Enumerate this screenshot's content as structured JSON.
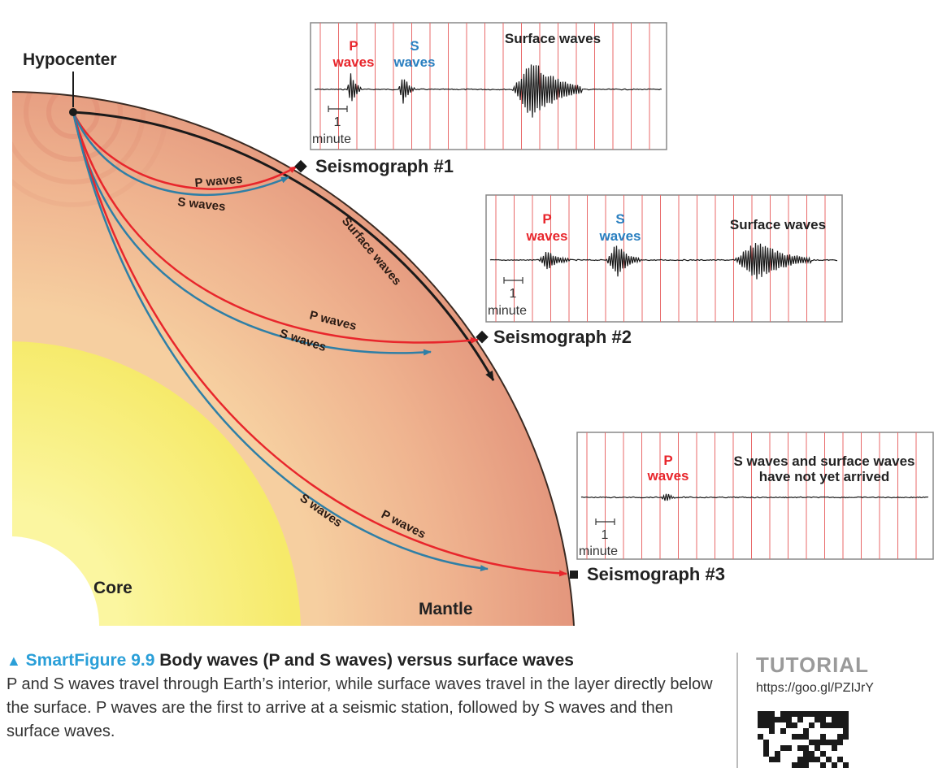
{
  "figure": {
    "hypocenter_label": "Hypocenter",
    "core_label": "Core",
    "mantle_label": "Mantle",
    "surface_waves_label": "Surface waves",
    "paths": {
      "p1": "P waves",
      "s1": "S waves",
      "p2": "P waves",
      "s2": "S waves",
      "p3": "P waves",
      "s3": "S waves"
    },
    "stations": [
      "Seismograph #1",
      "Seismograph #2",
      "Seismograph #3"
    ],
    "records": [
      {
        "p_top": "P",
        "p_bottom": "waves",
        "s_top": "S",
        "s_bottom": "waves",
        "surface": "Surface waves",
        "scale_num": "1",
        "scale_unit": "minute"
      },
      {
        "p_top": "P",
        "p_bottom": "waves",
        "s_top": "S",
        "s_bottom": "waves",
        "surface": "Surface waves",
        "scale_num": "1",
        "scale_unit": "minute"
      },
      {
        "p_top": "P",
        "p_bottom": "waves",
        "note_line1": "S waves and surface waves",
        "note_line2": "have not yet arrived",
        "scale_num": "1",
        "scale_unit": "minute"
      }
    ],
    "colors": {
      "p_wave": "#e8262c",
      "s_wave": "#2f7fa6",
      "mantle": "#e7a086",
      "core": "#f8f07c",
      "accent": "#2a9fd8"
    }
  },
  "caption": {
    "label": "SmartFigure 9.9",
    "title": "Body waves (P and S waves) versus surface waves",
    "body": "P and S waves travel through Earth’s interior, while surface waves travel in the layer directly below the surface. P waves are the first to arrive at a seismic station, followed by S waves and then surface waves."
  },
  "tutorial": {
    "title": "TUTORIAL",
    "url": "https://goo.gl/PZIJrY"
  }
}
